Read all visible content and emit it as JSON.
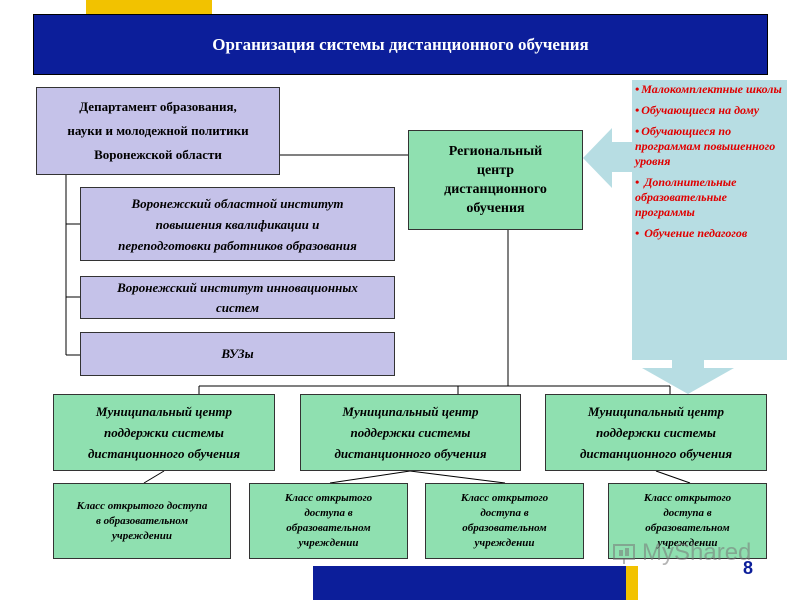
{
  "title": "Организация системы дистанционного обучения",
  "department": {
    "line1": "Департамент образования,",
    "line2": "науки и молодежной политики",
    "line3": "Воронежской области"
  },
  "regional_center": {
    "line1": "Региональный",
    "line2": "центр",
    "line3": "дистанционного",
    "line4": "обучения"
  },
  "institutes": [
    {
      "lines": [
        "Воронежский областной институт",
        "повышения квалификации и",
        "переподготовки работников образования"
      ]
    },
    {
      "lines": [
        "Воронежский институт инновационных",
        "систем"
      ]
    },
    {
      "lines": [
        "ВУЗы"
      ]
    }
  ],
  "municipal_centers": [
    {
      "lines": [
        "Муниципальный центр",
        "поддержки системы",
        "дистанционного обучения"
      ]
    },
    {
      "lines": [
        "Муниципальный центр",
        "поддержки системы",
        "дистанционного обучения"
      ]
    },
    {
      "lines": [
        "Муниципальный центр",
        "поддержки системы",
        "дистанционного обучения"
      ]
    }
  ],
  "classes": [
    {
      "lines": [
        "Класс открытого доступа",
        "в образовательном",
        "учреждении"
      ]
    },
    {
      "lines": [
        "Класс открытого",
        "доступа в",
        "образовательном",
        "учреждении"
      ]
    },
    {
      "lines": [
        "Класс открытого",
        "доступа в",
        "образовательном",
        "учреждении"
      ]
    },
    {
      "lines": [
        "Класс открытого",
        "доступа в",
        "образовательном",
        "учреждении"
      ]
    }
  ],
  "target_groups": [
    "Малокомплектные школы",
    "Обучающиеся на дому",
    "Обучающиеся по программам повышенного уровня",
    " Дополнительные образовательные программы",
    " Обучение педагогов"
  ],
  "page_number": "8",
  "watermark": "MyShared",
  "colors": {
    "navy": "#0c1e9a",
    "gold": "#f2c200",
    "lavender": "#c5c2e9",
    "green": "#8fe0b0",
    "panel": "#b7dde3",
    "panel_text": "#e00000",
    "arrow": "#b7dde3"
  }
}
